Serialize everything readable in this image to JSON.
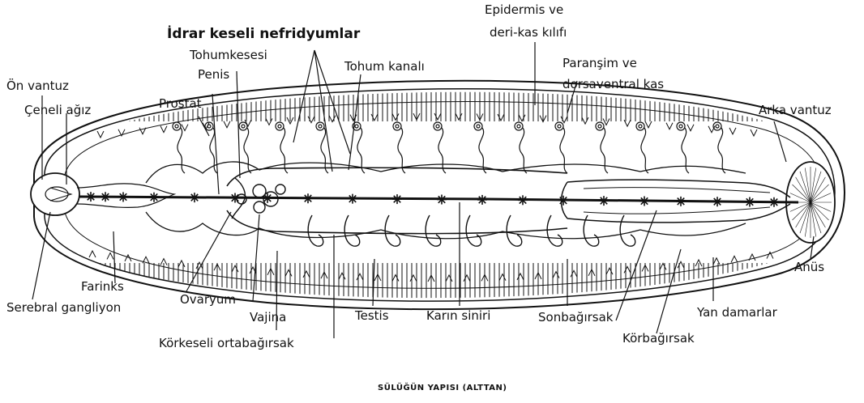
{
  "labels": {
    "on_vantuz": "Ön vantuz",
    "ceneli_agiz": "Çeneli ağız",
    "prostat": "Prostat",
    "penis": "Penis",
    "tohumkesesi": "Tohumkesesi",
    "idrar_keseli": "İdrar keseli nefridyumlar",
    "tohum_kanali": "Tohum kanalı",
    "epidermis_1": "Epidermis ve",
    "epidermis_2": "deri-kas kılıfı",
    "paransim_1": "Paranşim ve",
    "paransim_2": "dorsaventral kas",
    "arka_vantuz": "Arka vantuz",
    "anus": "Anüs",
    "farinks": "Farinks",
    "serebral": "Serebral gangliyon",
    "ovaryum": "Ovaryum",
    "vajina": "Vajina",
    "korkeseli": "Körkeseli ortabağırsak",
    "testis": "Testis",
    "karin_siniri": "Karın siniri",
    "sonbagirsak": "Sonbağırsak",
    "korbagirsak": "Körbağırsak",
    "yan_damarlar": "Yan damarlar"
  },
  "caption": "SÜLÜĞÜN YAPISI (ALTTAN)",
  "colors": {
    "ink": "#111111",
    "paper": "#ffffff"
  }
}
